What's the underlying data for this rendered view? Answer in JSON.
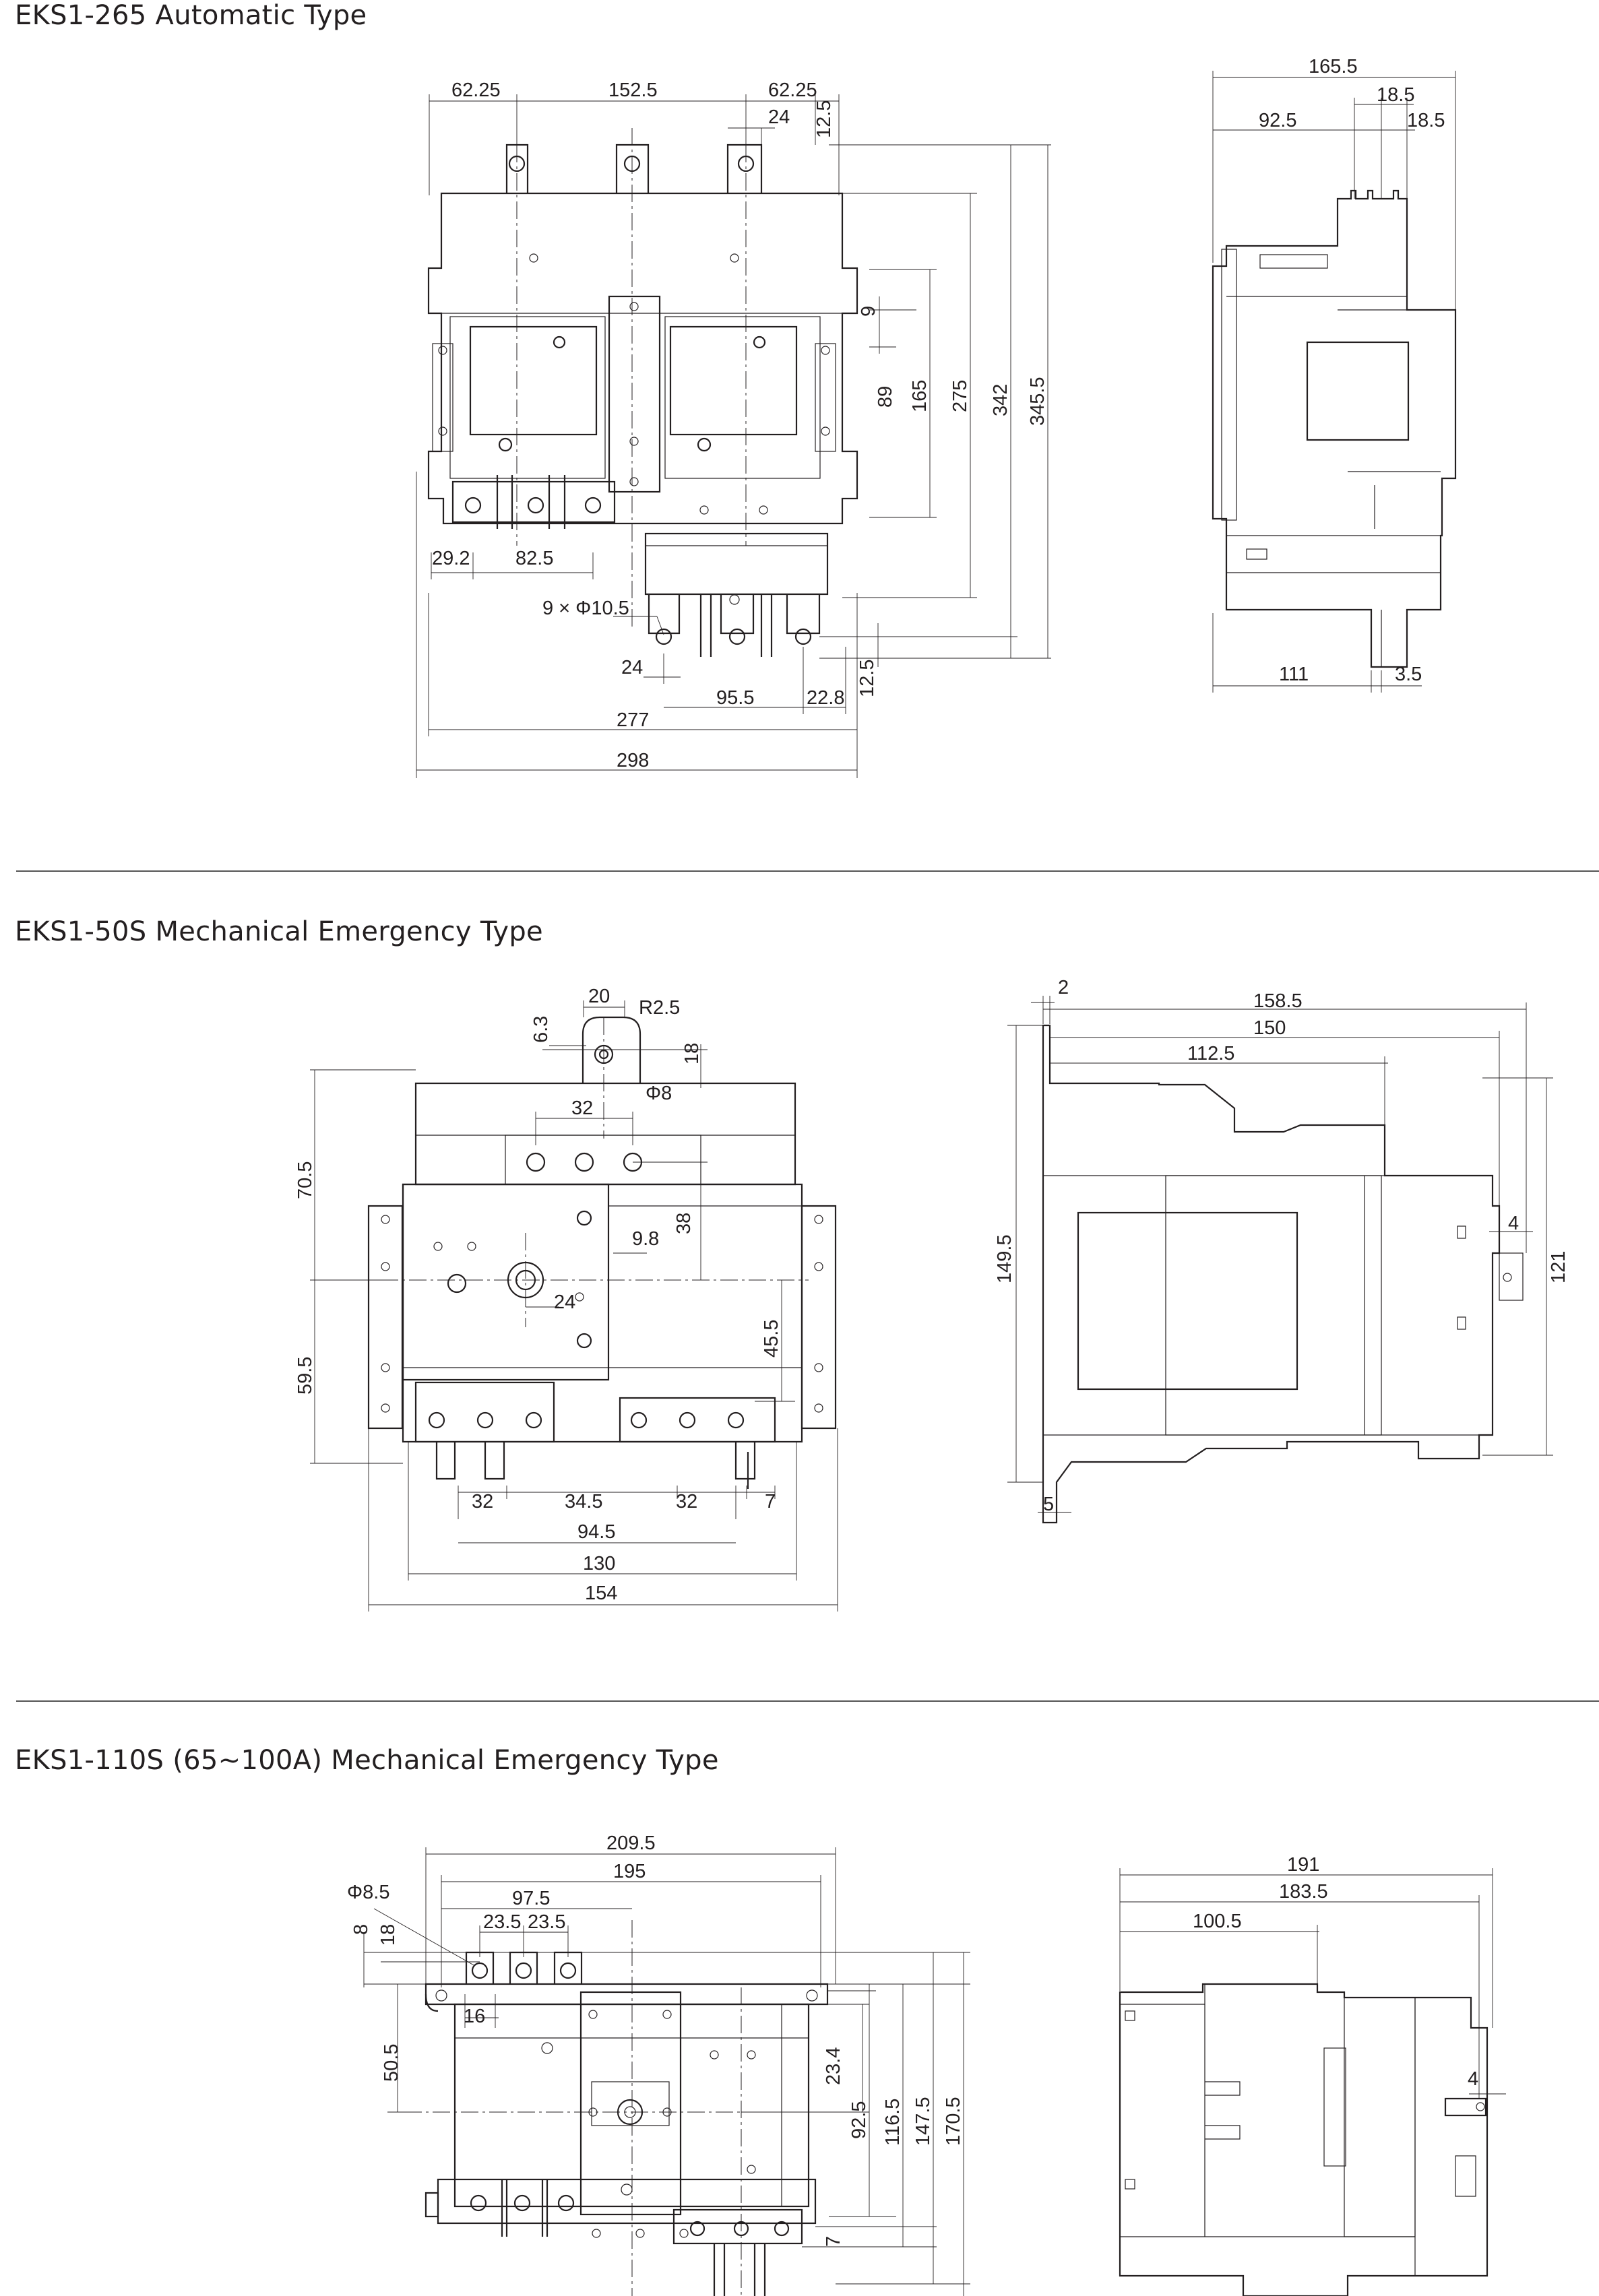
{
  "sections": [
    {
      "title": "EKS1-265 Automatic Type",
      "front": {
        "dims_top": [
          "62.25",
          "152.5",
          "62.25",
          "24",
          "12.5"
        ],
        "dims_right": [
          "9",
          "89",
          "165",
          "275",
          "342",
          "345.5"
        ],
        "dims_left_bottom": [
          "29.2",
          "82.5"
        ],
        "hole_note": "9 × Φ10.5",
        "dims_bottom": [
          "24",
          "95.5",
          "22.8",
          "12.5",
          "277",
          "298"
        ]
      },
      "side": {
        "dims_top": [
          "165.5",
          "18.5",
          "92.5",
          "18.5"
        ],
        "dims_bottom": [
          "111",
          "3.5"
        ]
      }
    },
    {
      "title": "EKS1-50S Mechanical Emergency Type",
      "front": {
        "dims_top": [
          "20",
          "R2.5",
          "6.3",
          "18",
          "32",
          "Φ8"
        ],
        "dims_left": [
          "70.5",
          "59.5"
        ],
        "dims_inner": [
          "38",
          "9.8",
          "24",
          "45.5"
        ],
        "dims_bottom": [
          "32",
          "34.5",
          "32",
          "7",
          "94.5",
          "130",
          "154"
        ]
      },
      "side": {
        "dims_top": [
          "2",
          "158.5",
          "150",
          "112.5"
        ],
        "dims_left": [
          "149.5"
        ],
        "dims_right": [
          "4",
          "121"
        ],
        "dims_bottom": [
          "5"
        ]
      }
    },
    {
      "title": "EKS1-110S (65~100A) Mechanical Emergency Type",
      "front": {
        "dims_top": [
          "209.5",
          "195",
          "97.5",
          "23.5",
          "23.5"
        ],
        "hole_note": "Φ8.5",
        "dims_left": [
          "8",
          "18",
          "16",
          "50.5"
        ],
        "dims_right": [
          "23.4",
          "92.5",
          "116.5",
          "147.5",
          "170.5",
          "7"
        ]
      },
      "side": {
        "dims_top": [
          "191",
          "183.5",
          "100.5"
        ],
        "dims_right": [
          "4"
        ]
      }
    }
  ]
}
